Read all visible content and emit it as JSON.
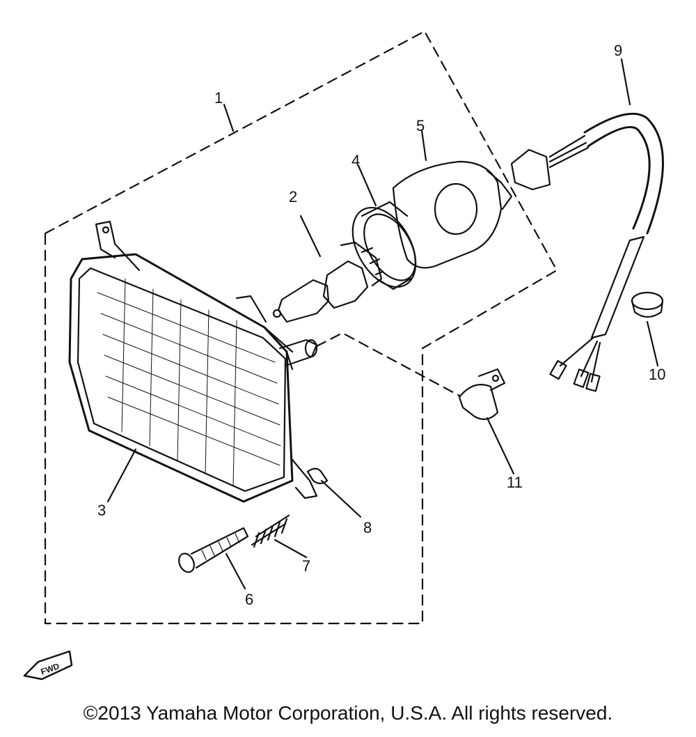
{
  "callouts": [
    "1",
    "2",
    "3",
    "4",
    "5",
    "6",
    "7",
    "8",
    "9",
    "10",
    "11"
  ],
  "fwd_label": "FWD",
  "copyright": "©2013 Yamaha Motor Corporation, U.S.A. All rights reserved."
}
